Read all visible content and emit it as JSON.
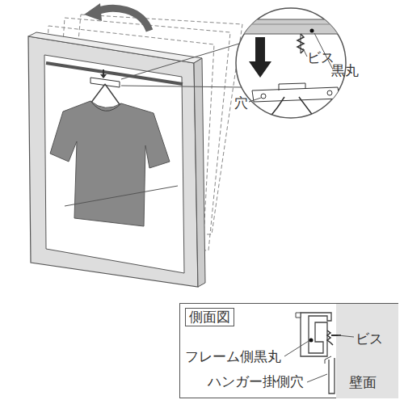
{
  "diagram": {
    "nodes": [
      {
        "text": [
          "側面図"
        ]
      },
      {
        "text": [
          "壁面"
        ],
        "in": 0
      }
    ],
    "labels": [
      "ビス",
      "黒丸",
      "穴",
      "ビス",
      "フレーム側黒丸",
      "ハンガー掛側穴"
    ]
  }
}
